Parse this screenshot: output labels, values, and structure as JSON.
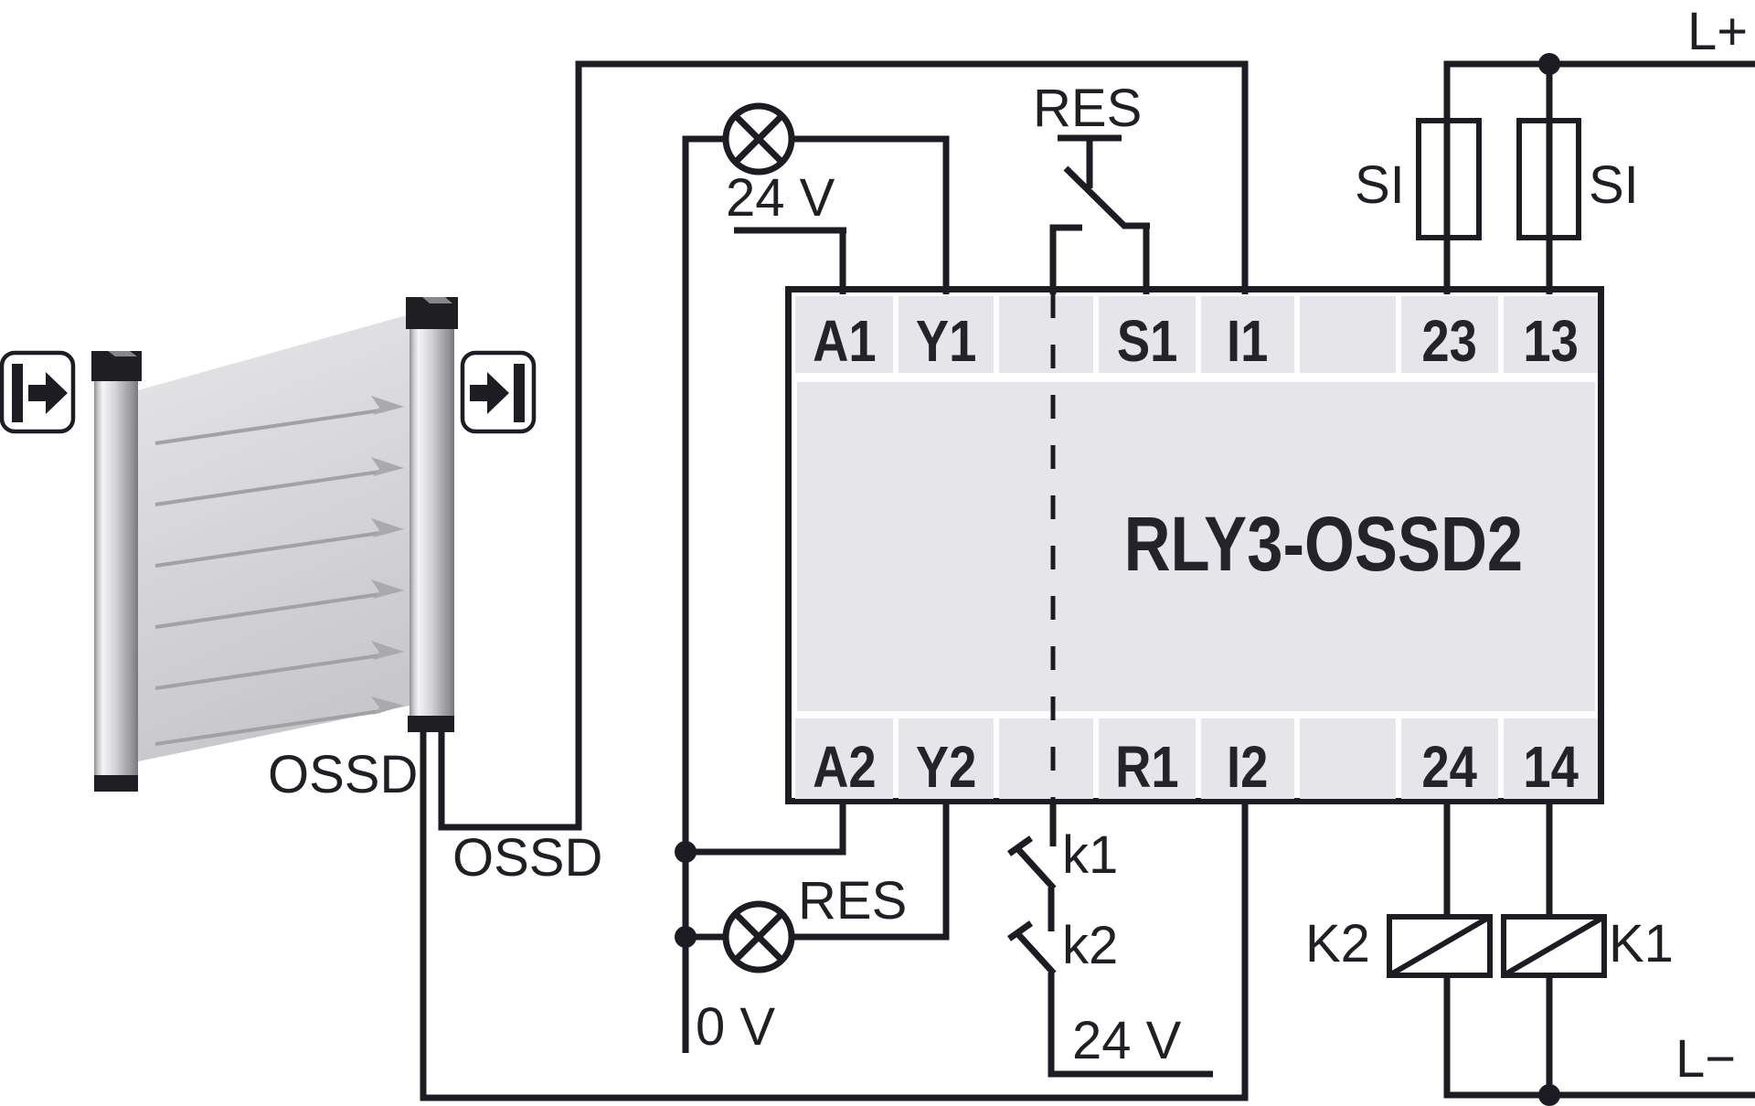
{
  "colors": {
    "line": "#1c1c22",
    "terminal_cell": "#e6e5e9",
    "module_fill": "#ffffff",
    "beam_light": "#e6e6e8",
    "beam_dark": "#cbcbce",
    "text": "#1f1f24"
  },
  "power_labels": {
    "l_plus": "L+",
    "l_minus": "L−",
    "v24_top": "24 V",
    "v24_bottom": "24 V",
    "v0": "0 V"
  },
  "fuses": {
    "left": "SI",
    "right": "SI"
  },
  "reset": {
    "top": "RES",
    "bottom": "RES"
  },
  "feedback_contacts": {
    "k1": "k1",
    "k2": "k2"
  },
  "relay_coils": {
    "k2": "K2",
    "k1": "K1"
  },
  "light_curtain": {
    "ossd_top": "OSSD",
    "ossd_bottom": "OSSD"
  },
  "module": {
    "model": "RLY3-OSSD2",
    "top_terminals": [
      {
        "label": "A1"
      },
      {
        "label": "Y1"
      },
      {
        "label": ""
      },
      {
        "label": "S1"
      },
      {
        "label": "I1"
      },
      {
        "label": ""
      },
      {
        "label": "23"
      },
      {
        "label": "13"
      }
    ],
    "bottom_terminals": [
      {
        "label": "A2"
      },
      {
        "label": "Y2"
      },
      {
        "label": ""
      },
      {
        "label": "R1"
      },
      {
        "label": "I2"
      },
      {
        "label": ""
      },
      {
        "label": "24"
      },
      {
        "label": "14"
      }
    ]
  }
}
